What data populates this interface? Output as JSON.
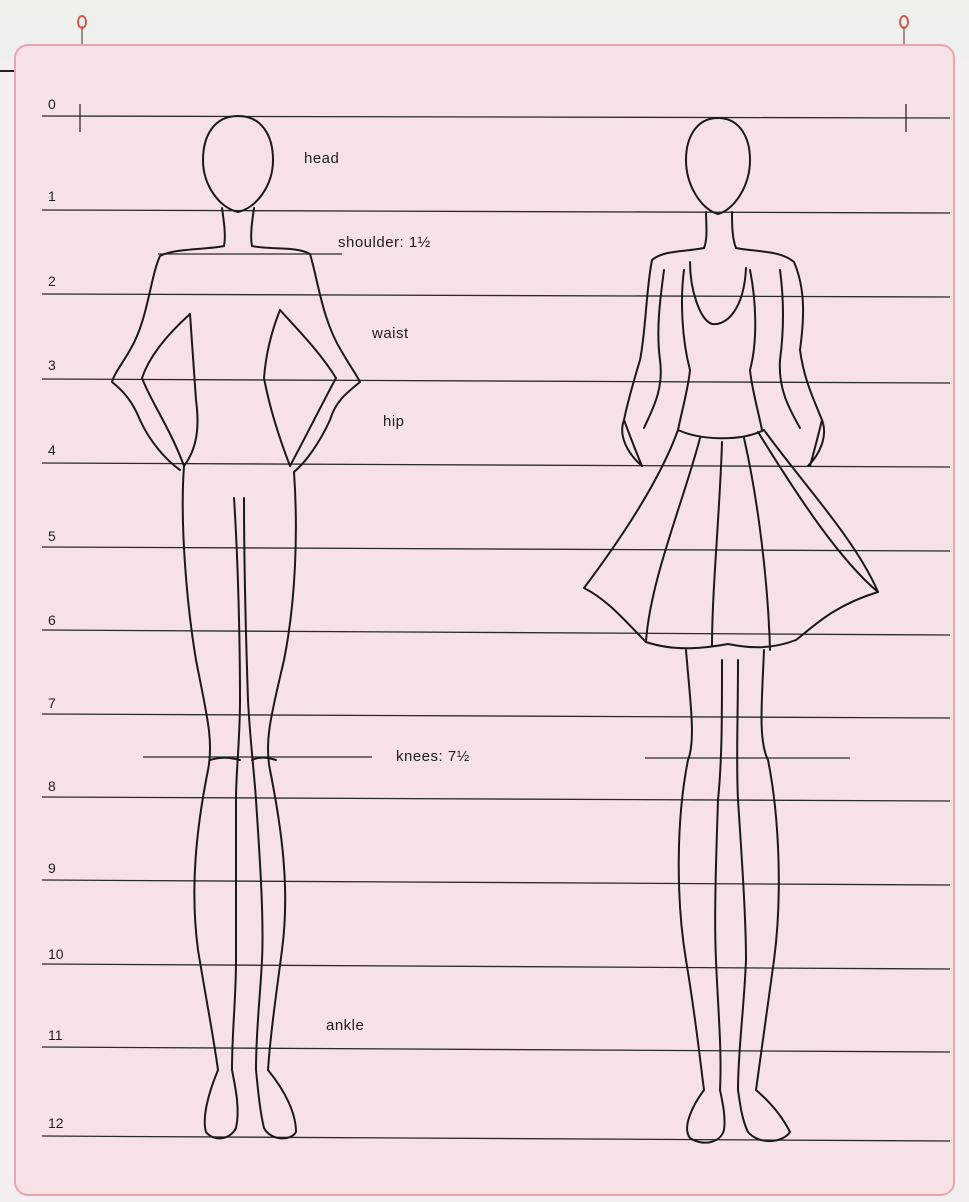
{
  "scale_numbers": [
    "0",
    "1",
    "2",
    "3",
    "4",
    "5",
    "6",
    "7",
    "8",
    "9",
    "10",
    "11",
    "12"
  ],
  "labels": {
    "head": "head",
    "shoulder": "shoulder: 1½",
    "waist": "waist",
    "hip": "hip",
    "knees": "knees: 7½",
    "ankle": "ankle"
  },
  "colors": {
    "paper": "#f6e2e4",
    "border": "#e7a6ad",
    "line": "#1e1e1e",
    "pin": "#d2584f"
  },
  "icons": [
    "pin-icon",
    "pin-icon"
  ]
}
